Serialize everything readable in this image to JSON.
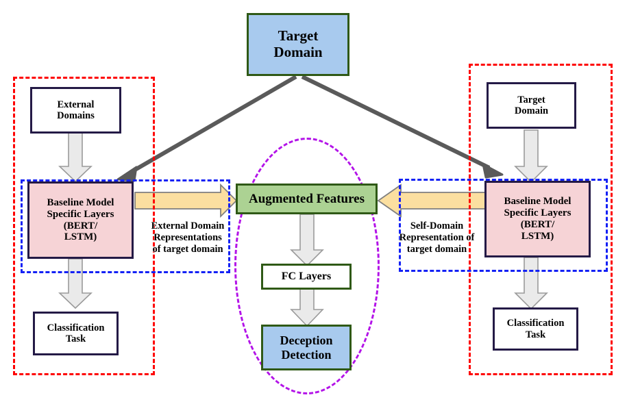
{
  "diagram": {
    "title": "Cross-domain deception detection architecture",
    "colors": {
      "red_dashed": "#FE0000",
      "blue_dashed": "#1321F5",
      "purple_dashed": "#B313E8",
      "navy_border": "#241A46",
      "green_border": "#2F5916",
      "pink_fill": "#F6D3D6",
      "blue_fill": "#A8CAEE",
      "green_fill": "#ACD293",
      "arrow_gray_fill": "#EAEAEA",
      "arrow_yellow_fill": "#FBDFA0",
      "arrow_dark_gray": "#5A5A5A"
    },
    "nodes": {
      "target_domain_top": "Target\nDomain",
      "external_domains": "External\nDomains",
      "baseline_left": "Baseline Model\nSpecific Layers\n(BERT/\nLSTM)",
      "baseline_right": "Baseline Model\nSpecific Layers\n(BERT/\nLSTM)",
      "target_domain_right": "Target\nDomain",
      "classification_left": "Classification\nTask",
      "classification_right": "Classification\nTask",
      "augmented_features": "Augmented Features",
      "fc_layers": "FC Layers",
      "deception_detection": "Deception\nDetection"
    },
    "edge_labels": {
      "external_rep": "External Domain\nRepresentations\nof target domain",
      "self_rep": "Self-Domain\nRepresentation of\ntarget domain"
    }
  }
}
